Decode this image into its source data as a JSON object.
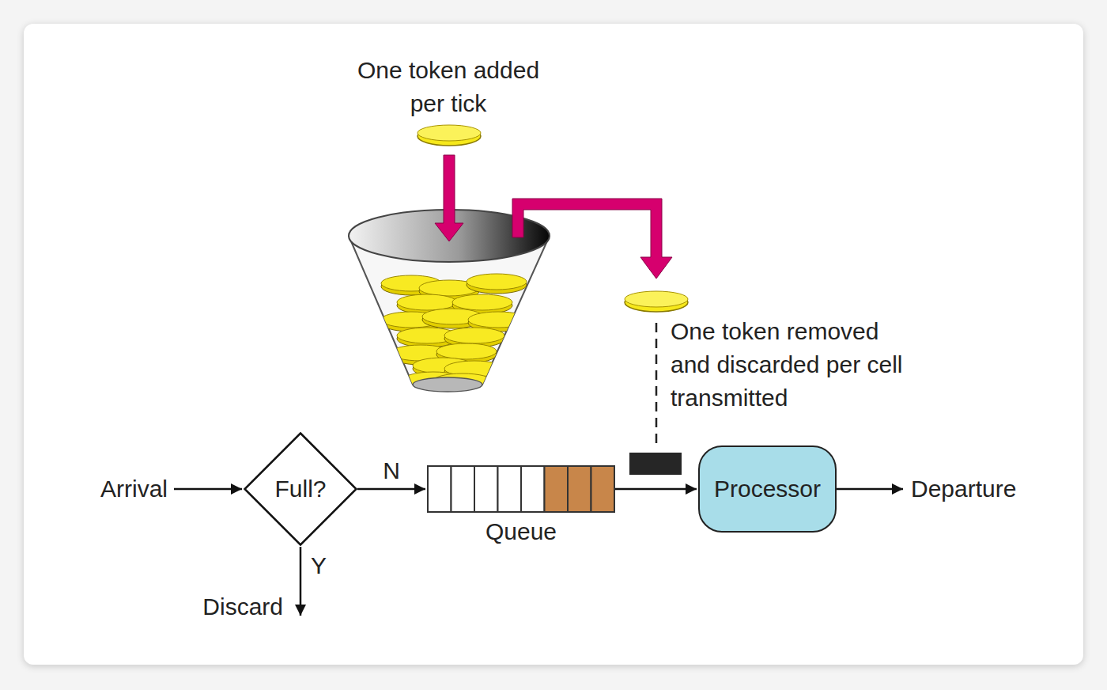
{
  "diagram": {
    "nodes": [
      {
        "text": [
          "Full?"
        ]
      },
      {
        "text": [
          "Queue"
        ]
      },
      {
        "text": [
          "Processor"
        ]
      }
    ],
    "edges": [
      {
        "from": 0,
        "to": 1,
        "label": "N",
        "arrow": "to"
      },
      {
        "from": 1,
        "to": 2,
        "arrow": "to"
      }
    ],
    "labels": [
      "One token added per tick",
      "One token removed and discarded per cell transmitted",
      "Arrival",
      "Y",
      "Discard",
      "Departure"
    ]
  }
}
